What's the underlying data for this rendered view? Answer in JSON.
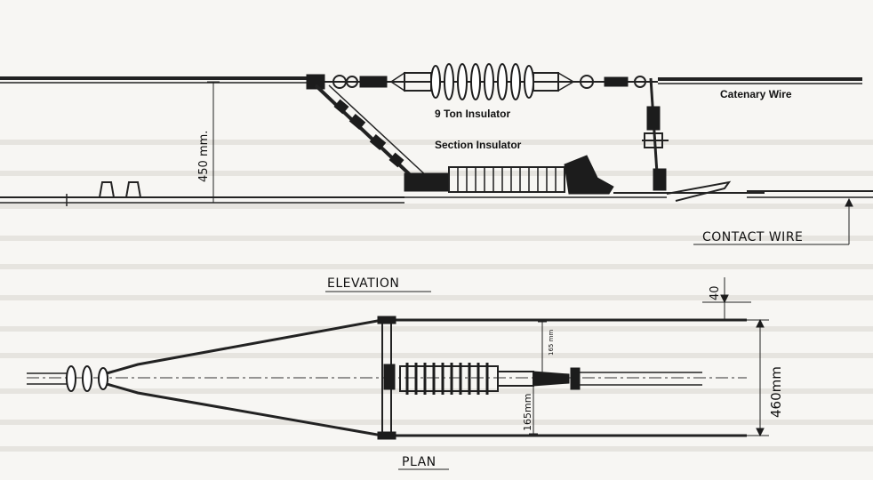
{
  "labels": {
    "insulator_9ton": "9 Ton Insulator",
    "section_insulator": "Section Insulator",
    "catenary_wire": "Catenary Wire",
    "contact_wire": "CONTACT WIRE",
    "elevation": "ELEVATION",
    "plan": "PLAN"
  },
  "dimensions": {
    "height_elevation": "450 mm.",
    "offset_top": "40",
    "width_plan": "460mm",
    "half_width_upper": "165 mm",
    "half_width_lower": "165mm"
  },
  "colors": {
    "ink": "#1c1c1c",
    "paper": "#f7f6f3"
  }
}
